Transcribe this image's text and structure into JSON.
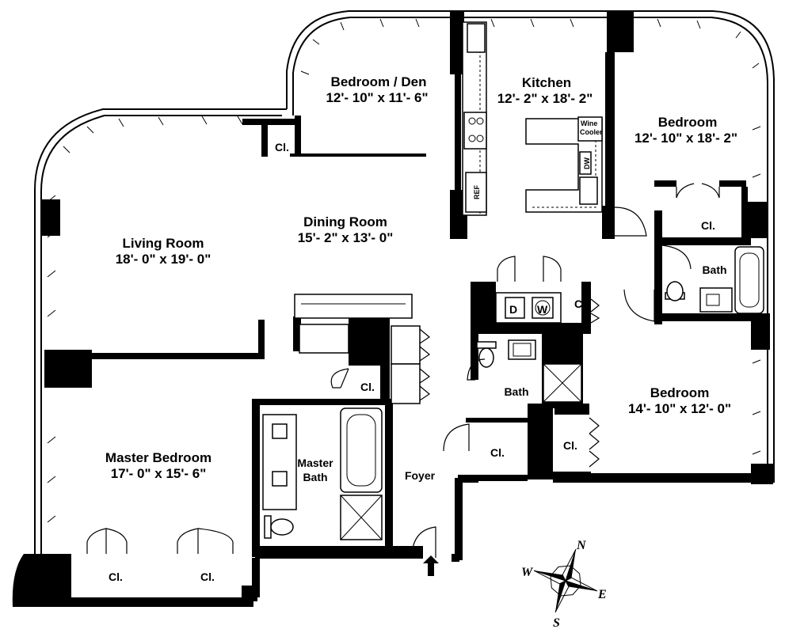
{
  "rooms": {
    "bedroom_den": {
      "name": "Bedroom / Den",
      "dims": "12'- 10\" x 11'- 6\""
    },
    "kitchen": {
      "name": "Kitchen",
      "dims": "12'- 2\" x 18'- 2\""
    },
    "bedroom_ne": {
      "name": "Bedroom",
      "dims": "12'- 10\" x 18'- 2\""
    },
    "dining_room": {
      "name": "Dining Room",
      "dims": "15'- 2\" x 13'- 0\""
    },
    "living_room": {
      "name": "Living Room",
      "dims": "18'- 0\" x 19'- 0\""
    },
    "bedroom_se": {
      "name": "Bedroom",
      "dims": "14'- 10\" x 12'- 0\""
    },
    "master_bedroom": {
      "name": "Master Bedroom",
      "dims": "17'- 0\" x 15'- 6\""
    },
    "master_bath": {
      "name_line1": "Master",
      "name_line2": "Bath"
    },
    "bath_center": {
      "name": "Bath"
    },
    "bath_ne": {
      "name": "Bath"
    },
    "foyer": {
      "name": "Foyer"
    }
  },
  "closet_label": "Cl.",
  "appliances": {
    "dryer": "D",
    "washer": "W",
    "wine_cooler_line1": "Wine",
    "wine_cooler_line2": "Cooler",
    "dishwasher": "DW",
    "refrigerator": "REF"
  },
  "compass": {
    "n": "N",
    "s": "S",
    "e": "E",
    "w": "W"
  }
}
